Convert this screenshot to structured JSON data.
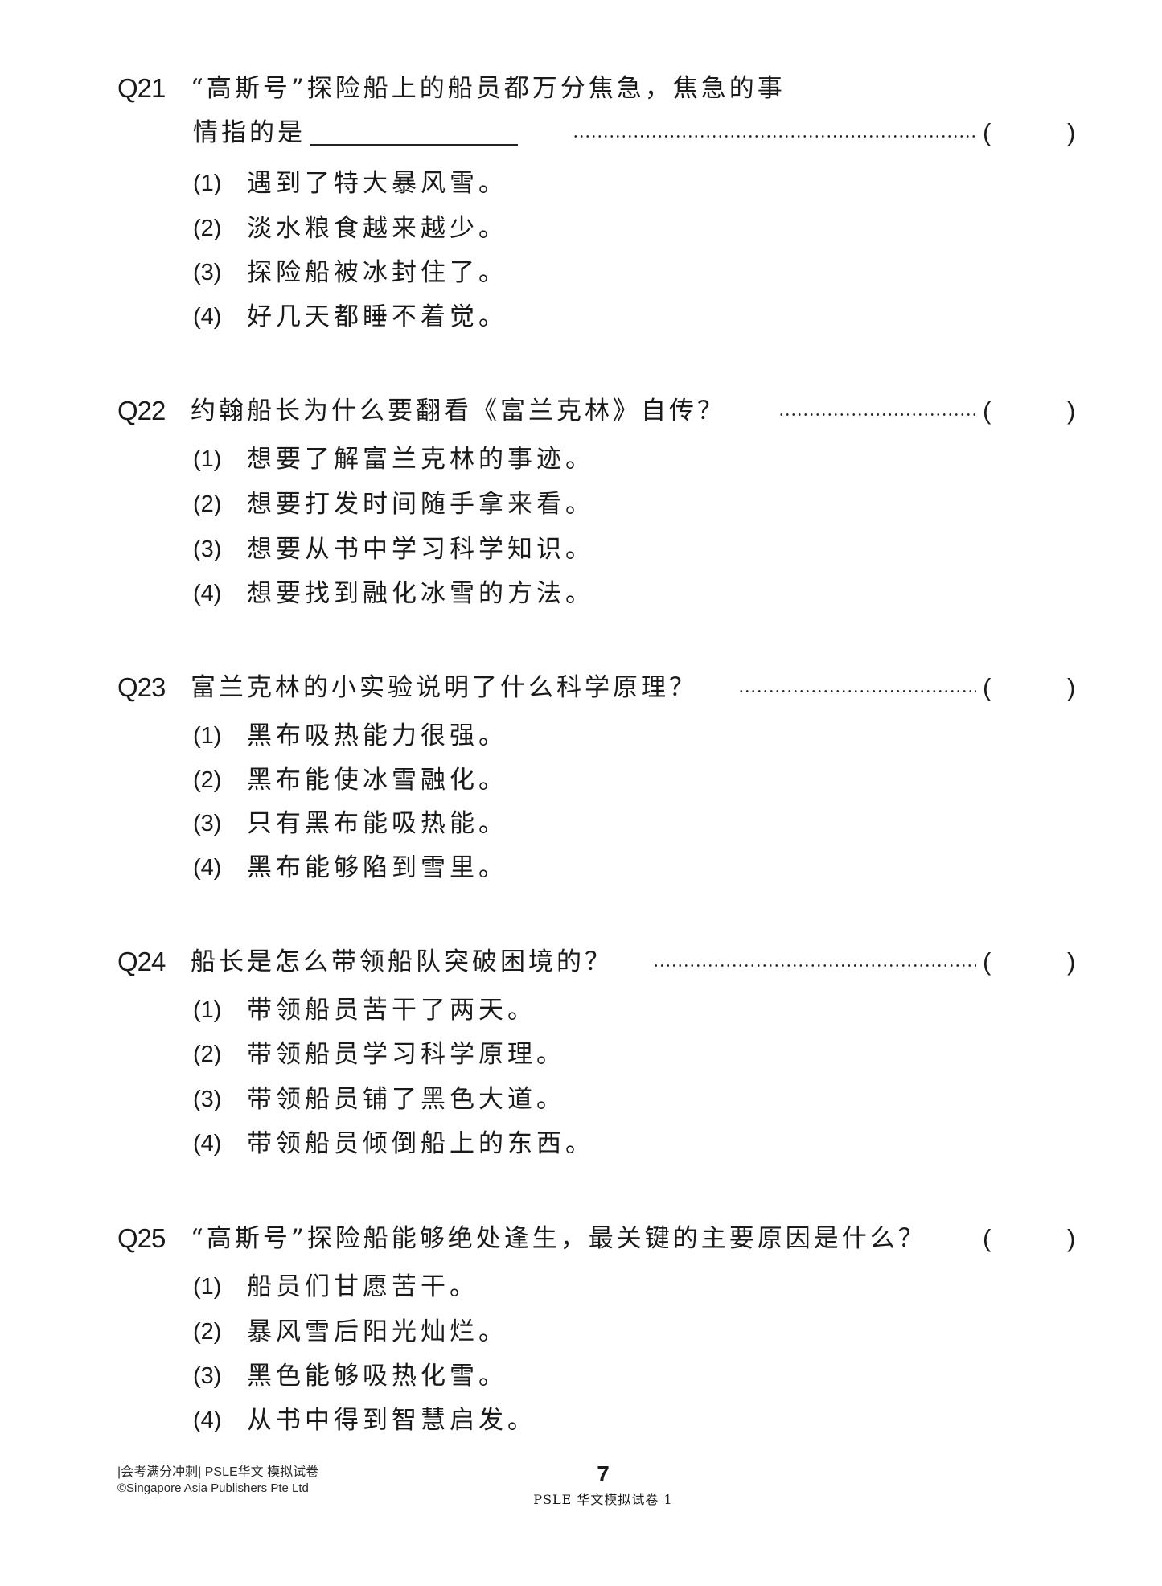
{
  "questions": [
    {
      "number": "Q21",
      "stem_line1": "“高斯号”探险船上的船员都万分焦急，焦急的事",
      "stem_line2": "情指的是",
      "has_blank": true,
      "answer_open": "(",
      "answer_close": ")",
      "options": [
        {
          "label": "(1)",
          "text": "遇到了特大暴风雪。"
        },
        {
          "label": "(2)",
          "text": "淡水粮食越来越少。"
        },
        {
          "label": "(3)",
          "text": "探险船被冰封住了。"
        },
        {
          "label": "(4)",
          "text": "好几天都睡不着觉。"
        }
      ]
    },
    {
      "number": "Q22",
      "stem_line1": "约翰船长为什么要翻看《富兰克林》自传？",
      "answer_open": "(",
      "answer_close": ")",
      "options": [
        {
          "label": "(1)",
          "text": "想要了解富兰克林的事迹。"
        },
        {
          "label": "(2)",
          "text": "想要打发时间随手拿来看。"
        },
        {
          "label": "(3)",
          "text": "想要从书中学习科学知识。"
        },
        {
          "label": "(4)",
          "text": "想要找到融化冰雪的方法。"
        }
      ]
    },
    {
      "number": "Q23",
      "stem_line1": "富兰克林的小实验说明了什么科学原理？",
      "answer_open": "(",
      "answer_close": ")",
      "options": [
        {
          "label": "(1)",
          "text": "黑布吸热能力很强。"
        },
        {
          "label": "(2)",
          "text": "黑布能使冰雪融化。"
        },
        {
          "label": "(3)",
          "text": "只有黑布能吸热能。"
        },
        {
          "label": "(4)",
          "text": "黑布能够陷到雪里。"
        }
      ]
    },
    {
      "number": "Q24",
      "stem_line1": "船长是怎么带领船队突破困境的？",
      "answer_open": "(",
      "answer_close": ")",
      "options": [
        {
          "label": "(1)",
          "text": "带领船员苦干了两天。"
        },
        {
          "label": "(2)",
          "text": "带领船员学习科学原理。"
        },
        {
          "label": "(3)",
          "text": "带领船员铺了黑色大道。"
        },
        {
          "label": "(4)",
          "text": "带领船员倾倒船上的东西。"
        }
      ]
    },
    {
      "number": "Q25",
      "stem_line1": "“高斯号”探险船能够绝处逢生，最关键的主要原因是什么？",
      "answer_open": "(",
      "answer_close": ")",
      "options": [
        {
          "label": "(1)",
          "text": "船员们甘愿苦干。"
        },
        {
          "label": "(2)",
          "text": "暴风雪后阳光灿烂。"
        },
        {
          "label": "(3)",
          "text": "黑色能够吸热化雪。"
        },
        {
          "label": "(4)",
          "text": "从书中得到智慧启发。"
        }
      ]
    }
  ],
  "footer": {
    "series": "|会考满分冲刺| PSLE华文 模拟试卷",
    "copyright": "©Singapore Asia Publishers Pte Ltd",
    "page_number": "7",
    "paper_name": "PSLE 华文模拟试卷 1"
  }
}
